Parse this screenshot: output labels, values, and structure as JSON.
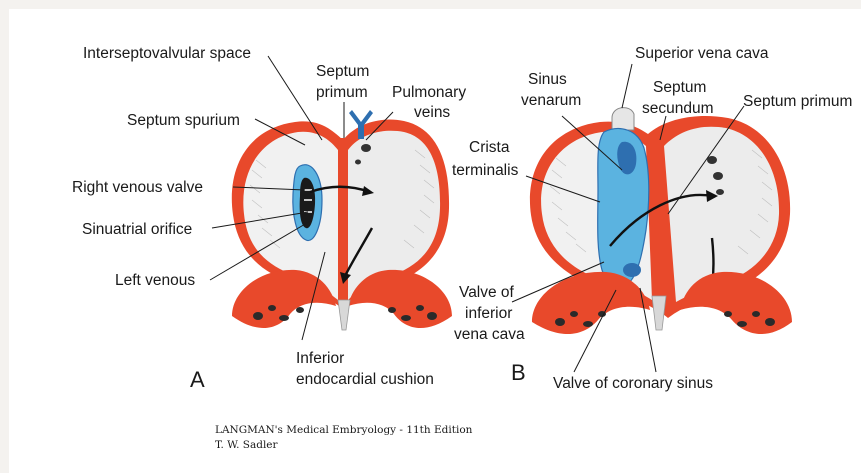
{
  "panels": {
    "a": "A",
    "b": "B"
  },
  "labels_a": {
    "interseptovalvular_space": "Interseptovalvular space",
    "septum_primum_l1": "Septum",
    "septum_primum_l2": "primum",
    "pulmonary_veins_l1": "Pulmonary",
    "pulmonary_veins_l2": "veins",
    "septum_spurium": "Septum spurium",
    "right_venous_valve": "Right venous valve",
    "sinuatrial_orifice": "Sinuatrial orifice",
    "left_venous": "Left venous",
    "inferior_l1": "Inferior",
    "inferior_l2": "endocardial cushion"
  },
  "labels_b": {
    "superior_vena_cava": "Superior vena cava",
    "sinus_venarum_l1": "Sinus",
    "sinus_venarum_l2": "venarum",
    "septum_secundum_l1": "Septum",
    "septum_secundum_l2": "secundum",
    "septum_primum": "Septum primum",
    "crista_l1": "Crista",
    "crista_l2": "terminalis",
    "valve_ivc_l1": "Valve of",
    "valve_ivc_l2": "inferior",
    "valve_ivc_l3": "vena cava",
    "valve_coronary_sinus": "Valve of coronary sinus"
  },
  "citation": {
    "line1": "LANGMAN's Medical Embryology - 11th Edition",
    "line2": "T. W. Sadler"
  },
  "colors": {
    "muscle": "#e8492b",
    "sinus_blue": "#5bb3e0",
    "dark_blue": "#2e6fb0",
    "cavity": "#f1f1f1"
  }
}
